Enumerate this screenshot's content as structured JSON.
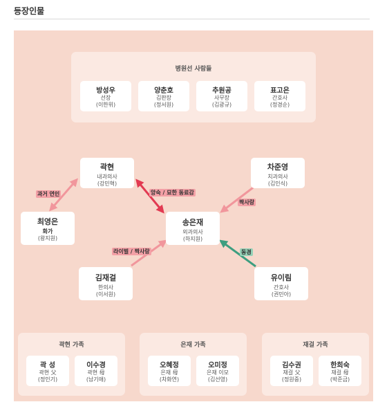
{
  "page": {
    "heading": "등장인물"
  },
  "colors": {
    "board": "#f7d8cc",
    "arrow_red": "#e23a52",
    "arrow_pink": "#f1969c",
    "arrow_green": "#3d9e80"
  },
  "hospital": {
    "title": "병원선 사람들",
    "members": [
      {
        "name": "방성우",
        "role": "선장",
        "actor": "(이한위)"
      },
      {
        "name": "양춘호",
        "role": "김판장",
        "actor": "(정서원)"
      },
      {
        "name": "추원공",
        "role": "사무장",
        "actor": "(김광규)"
      },
      {
        "name": "표고은",
        "role": "간호사",
        "actor": "(정경순)"
      }
    ]
  },
  "center": {
    "name": "송은재",
    "role": "외과의사",
    "actor": "(하지원)"
  },
  "characters": {
    "kwak": {
      "name": "곽현",
      "role": "내과의사",
      "actor": "(강민혁)"
    },
    "cha": {
      "name": "차준영",
      "role": "치과의사",
      "actor": "(김인식)"
    },
    "choi": {
      "name": "최영은",
      "role": "화가",
      "actor": "(왕지원)"
    },
    "kim": {
      "name": "김재걸",
      "role": "한의사",
      "actor": "(이서원)"
    },
    "yu": {
      "name": "유이림",
      "role": "간호사",
      "actor": "(권민아)"
    }
  },
  "relations": {
    "past_lover": "과거 연인",
    "rival_colleague": "앙숙 / 묘한 동료감",
    "crush_cha": "짝사랑",
    "rival_crush": "라이벌 / 짝사랑",
    "admire": "동경"
  },
  "families": [
    {
      "title": "곽현 가족",
      "members": [
        {
          "name": "곽 성",
          "role": "곽현 父",
          "actor": "(정인기)"
        },
        {
          "name": "이수경",
          "role": "곽현 母",
          "actor": "(남기애)"
        }
      ]
    },
    {
      "title": "은재 가족",
      "members": [
        {
          "name": "오혜정",
          "role": "은재 母",
          "actor": "(차화연)"
        },
        {
          "name": "오미정",
          "role": "은재 이모",
          "actor": "(김선영)"
        }
      ]
    },
    {
      "title": "재걸 가족",
      "members": [
        {
          "name": "김수권",
          "role": "재걸 父",
          "actor": "(정원중)"
        },
        {
          "name": "한희숙",
          "role": "재걸 母",
          "actor": "(박준금)"
        }
      ]
    }
  ]
}
